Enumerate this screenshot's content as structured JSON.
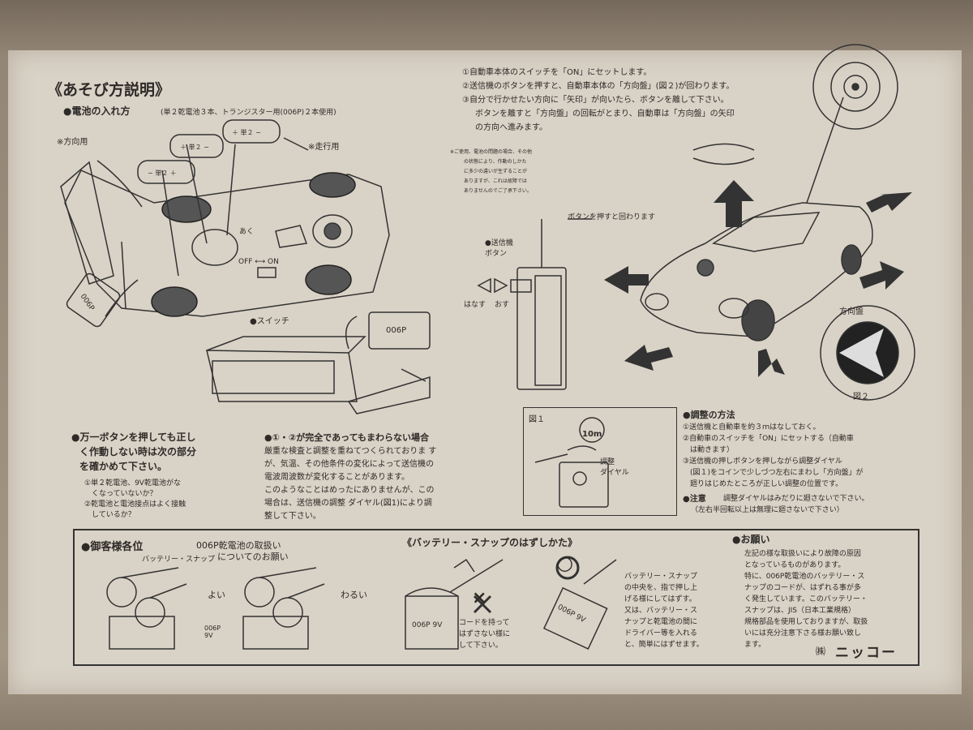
{
  "title": "《あそび方説明》",
  "battery": {
    "heading": "●電池の入れ方",
    "note": "(単２乾電池３本、トランジスター用(006P)２本使用)",
    "steer_label": "※方向用",
    "drive_label": "※走行用",
    "cell1": "＋ 単２ −",
    "cell2": "＋ 単２ −",
    "cell3": "− 単２ ＋",
    "open_label": "あく",
    "off_on": "OFF ⟷ ON",
    "switch_label": "●スイッチ",
    "pack_label": "006P",
    "pack_label_rot": "006P"
  },
  "steps": [
    "①自動車本体のスイッチを「ON」にセットします。",
    "②送信機のボタンを押すと、自動車本体の「方向盤」(図２)が回わります。",
    "③自分で行かせたい方向に「矢印」が向いたら、ボタンを離して下さい。",
    "ボタンを離すと「方向盤」の回転がとまり、自動車は「方向盤」の矢印",
    "の方向へ進みます。"
  ],
  "small_note": [
    "※ご使用、電池の問題の場合、その他",
    "の状態により、作動のしかた",
    "に多少の違いが生ずることが",
    "ありますが、これは故障では",
    "ありませんのでご了承下さい。"
  ],
  "remote": {
    "press_note": "ボタンを押すと回わります",
    "button_label": "●送信機\nボタン",
    "release": "はなす",
    "press": "おす"
  },
  "dial": {
    "label": "方向盤",
    "fig": "図２"
  },
  "trouble": {
    "heading": [
      "●万一ボタンを押しても正し",
      "く作動しない時は次の部分",
      "を確かめて下さい。"
    ],
    "items": [
      "①単２乾電池、9V乾電池がな",
      "　くなっていないか？",
      "②乾電池と電池接点はよく接触",
      "　しているか？"
    ]
  },
  "notwork": {
    "heading": "●①・②が完全であってもまわらない場合",
    "lines": [
      "厳重な検査と調整を重ねてつくられておりま す",
      "が、気温、その他条件の変化によって送信機の",
      "電波周波数が変化することがあります。",
      "このようなことはめったにありませんが、この",
      "場合は、送信機の調整 ダイヤル(図1)により調",
      "整して下さい。"
    ]
  },
  "fig1": {
    "label": "図１",
    "range": "10m",
    "dial_label": "調整\nダイヤル"
  },
  "adjust": {
    "heading": "●調整の方法",
    "lines": [
      "①送信機と自動車を約３ｍはなしておく。",
      "②自動車のスイッチを「ON」にセットする（自動車",
      "　は動きます）",
      "③送信機の押しボタンを押しながら調整ダイヤル",
      "　(図１)をコインで少しづつ左右にまわし「方向盤」が",
      "　廻りはじめたところが正しい調整の位置です。"
    ],
    "caution_head": "●注意",
    "caution": "調整ダイヤルはみだりに廻さないで下さい。",
    "caution2": "（左右半回転以上は無理に廻さないで下さい）"
  },
  "customer": {
    "heading": "●御客様各位",
    "sub1": "006P乾電池の取扱い",
    "sub2": "についてのお願い",
    "snap": "バッテリー・スナップ",
    "good": "よい",
    "bad": "わるい",
    "pack": "006P\n9V"
  },
  "remove": {
    "heading": "《バッテリー・スナップのはずしかた》",
    "battery": "006P 9V",
    "warn": [
      "コードを持って",
      "はずさない様に",
      "して下さい。"
    ],
    "good_label": "○",
    "bad_label": "×",
    "battery2": "006P 9V",
    "instr": [
      "バッテリー・スナップ",
      "の中央を、指で押し上",
      "げる様にしてはずす。",
      "又は、バッテリー・ス",
      "ナップと乾電池の間に",
      "ドライバー等を入れる",
      "と、簡単にはずせます。"
    ]
  },
  "request": {
    "heading": "●お願い",
    "lines": [
      "左記の様な取扱いにより故障の原因",
      "となっているものがあります。",
      "特に、006P乾電池のバッテリー・ス",
      "ナップのコードが、はずれる事が多",
      "く発生しています。このバッテリー・",
      "スナップは、JIS（日本工業規格）",
      "規格部品を使用しておりますが、取扱",
      "いには充分注意下さる様お願い致し",
      "ます。"
    ]
  },
  "brand": {
    "kabu": "㈱",
    "name": "ニッコー"
  }
}
